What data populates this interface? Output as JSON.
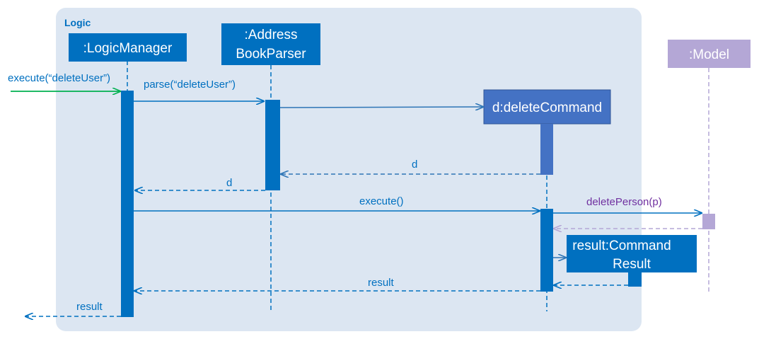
{
  "frame": {
    "label": "Logic"
  },
  "participants": {
    "logic_manager": ":LogicManager",
    "parser_line1": ":Address",
    "parser_line2": "BookParser",
    "delete_command": "d:deleteCommand",
    "model": ":Model",
    "result_line1": "result:Command",
    "result_line2": "Result"
  },
  "messages": {
    "execute_in": "execute(“deleteUser”)",
    "parse": "parse(“deleteUser”)",
    "return_d_from_command": "d",
    "return_d_to_manager": "d",
    "execute": "execute()",
    "delete_person": "deletePerson(p)",
    "return_result_to_manager": "result",
    "return_result_out": "result"
  },
  "colors": {
    "frame_bg": "#dce6f2",
    "box_blue": "#0070c0",
    "box_blue_light": "#4472c4",
    "model": "#b4a7d6",
    "incoming_arrow": "#00b050",
    "model_text": "#7030a0",
    "message_text": "#0070c0"
  }
}
